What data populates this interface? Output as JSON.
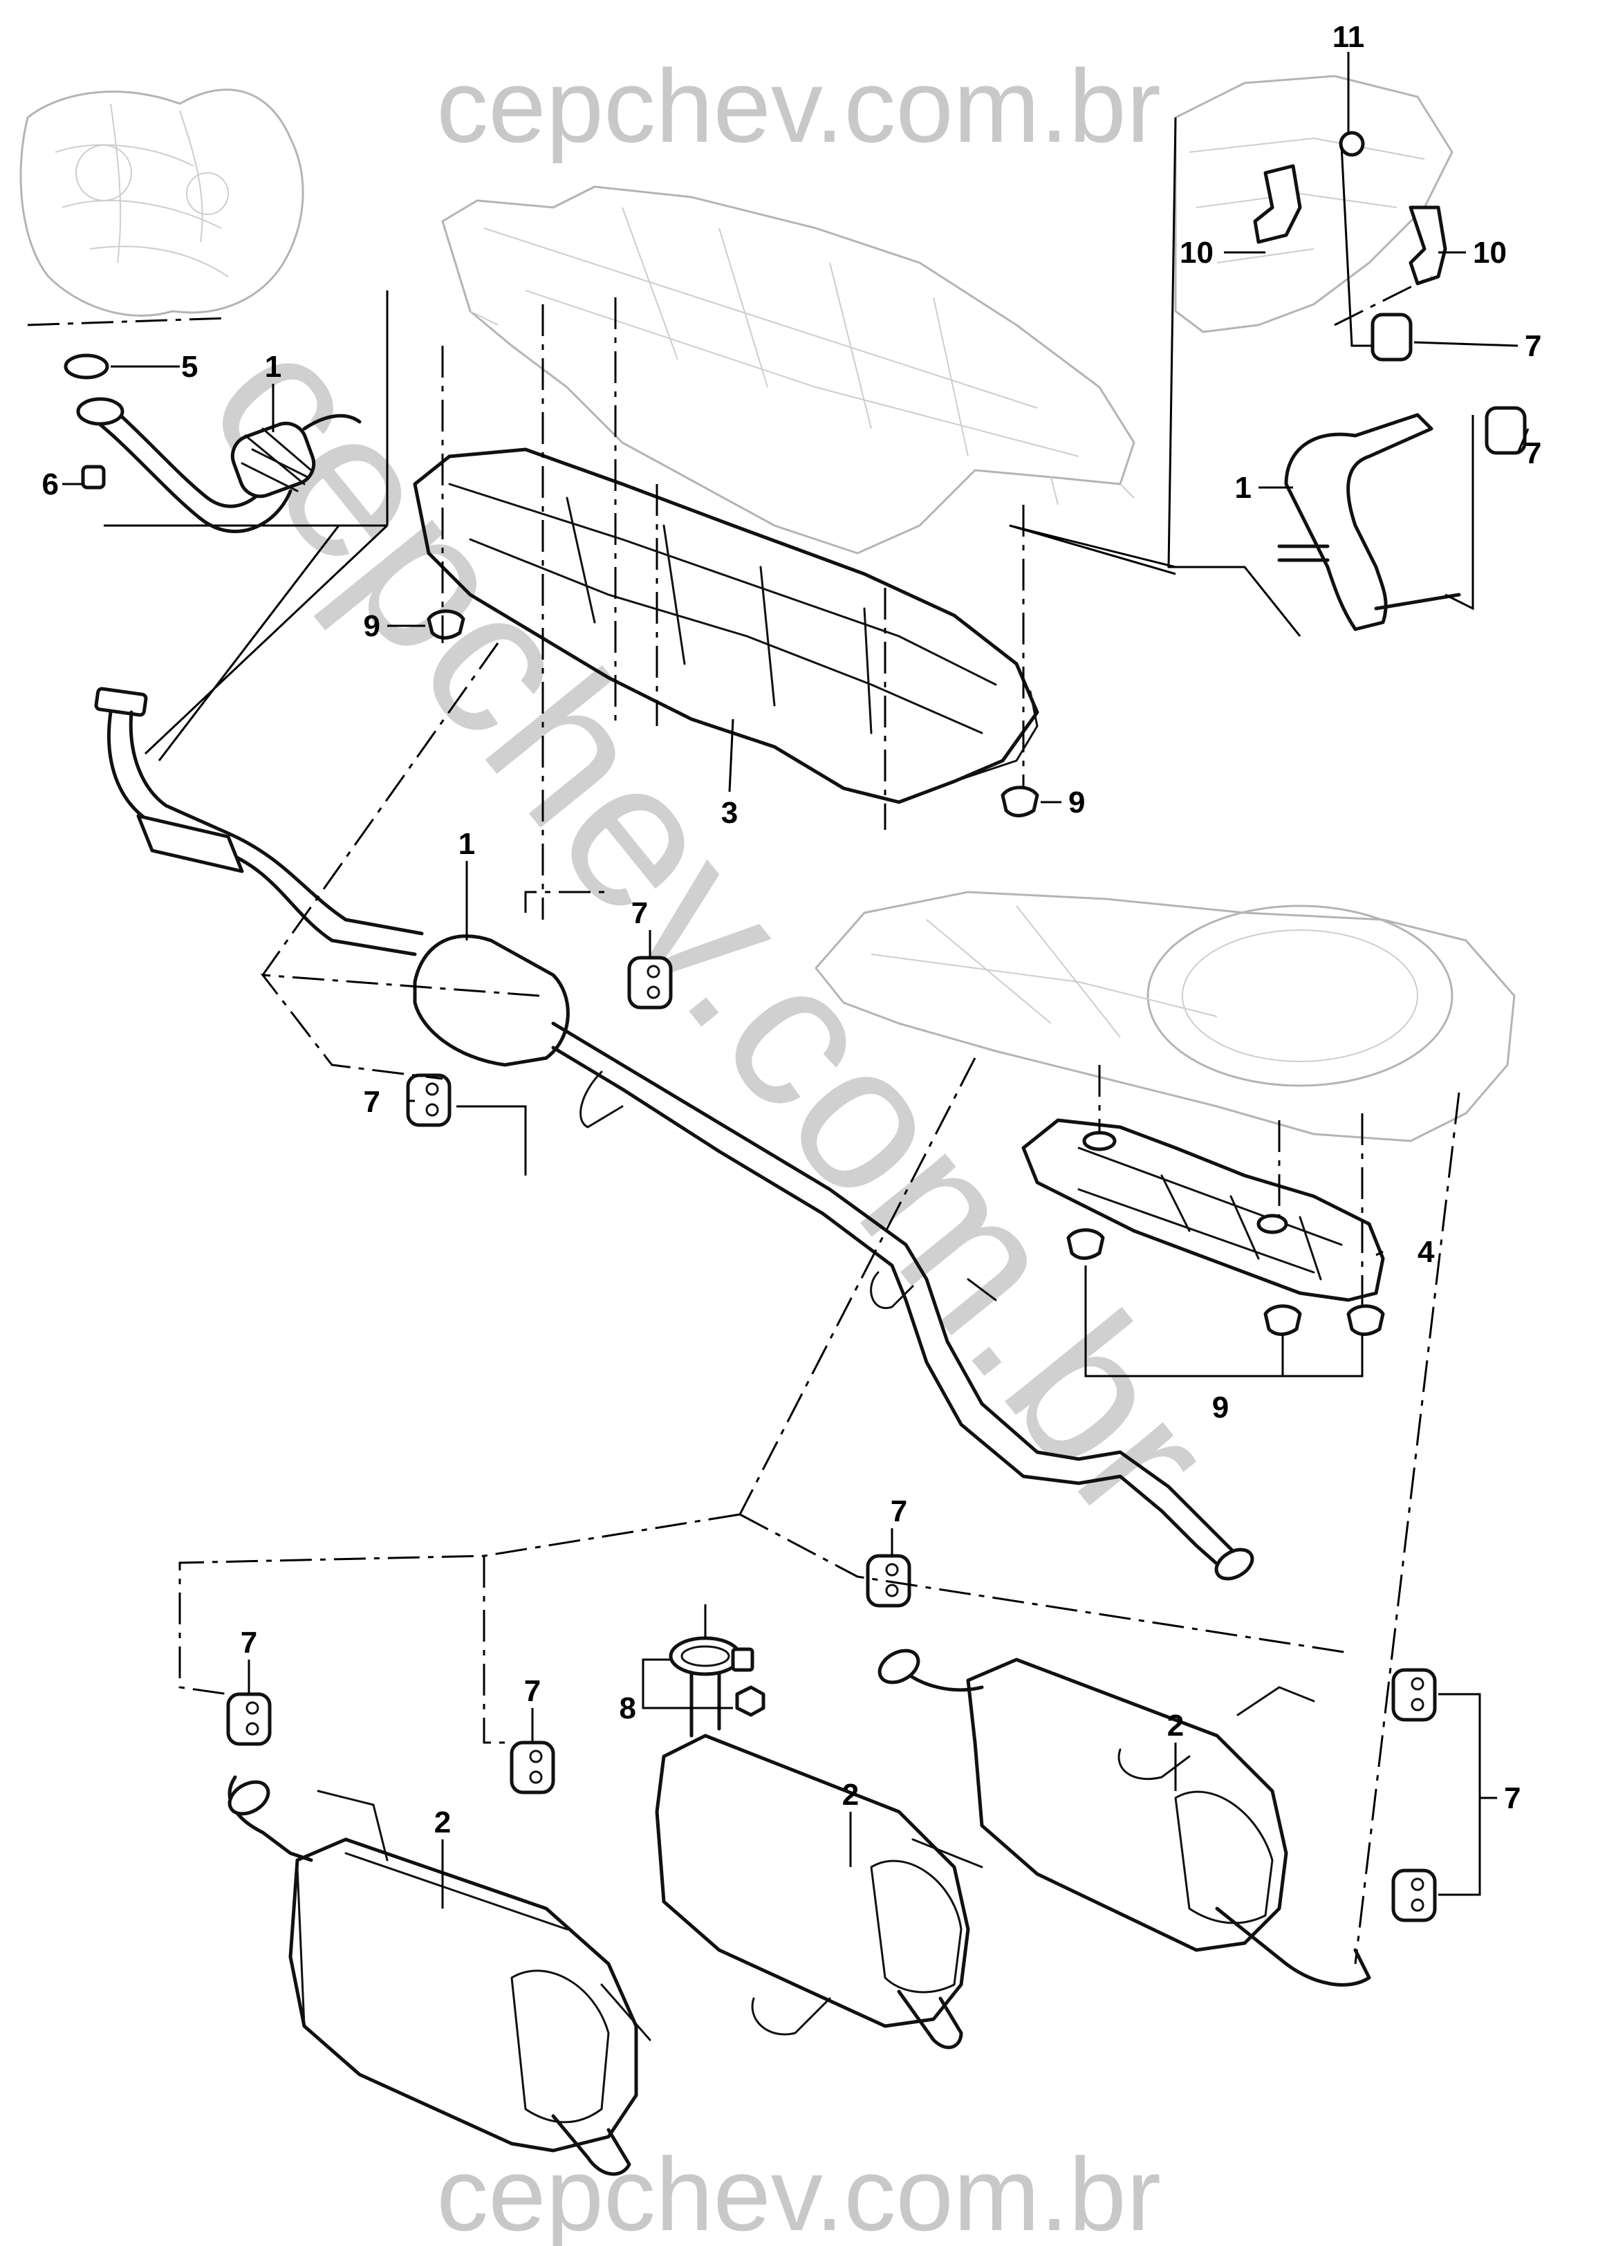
{
  "watermark": {
    "top": "cepchev.com.br",
    "bottom": "cepchev.com.br",
    "diagonal": "cepchev.com.br",
    "color": "#c8c8c8"
  },
  "callouts": [
    {
      "id": "c-11",
      "label": "11"
    },
    {
      "id": "c-10-left",
      "label": "10"
    },
    {
      "id": "c-10-right",
      "label": "10"
    },
    {
      "id": "c-7-top-1",
      "label": "7"
    },
    {
      "id": "c-7-top-2",
      "label": "7"
    },
    {
      "id": "c-1-inset",
      "label": "1"
    },
    {
      "id": "c-5",
      "label": "5"
    },
    {
      "id": "c-1-flex",
      "label": "1"
    },
    {
      "id": "c-6",
      "label": "6"
    },
    {
      "id": "c-9-left",
      "label": "9"
    },
    {
      "id": "c-9-right",
      "label": "9"
    },
    {
      "id": "c-3",
      "label": "3"
    },
    {
      "id": "c-1-cat",
      "label": "1"
    },
    {
      "id": "c-7-mid",
      "label": "7"
    },
    {
      "id": "c-7-cat",
      "label": "7"
    },
    {
      "id": "c-4",
      "label": "4"
    },
    {
      "id": "c-9-shield",
      "label": "9"
    },
    {
      "id": "c-7-rear",
      "label": "7"
    },
    {
      "id": "c-7-muffler-a",
      "label": "7"
    },
    {
      "id": "c-7-muffler-b",
      "label": "7"
    },
    {
      "id": "c-8",
      "label": "8"
    },
    {
      "id": "c-2-a",
      "label": "2"
    },
    {
      "id": "c-2-b",
      "label": "2"
    },
    {
      "id": "c-2-c",
      "label": "2"
    },
    {
      "id": "c-7-bracket",
      "label": "7"
    }
  ]
}
